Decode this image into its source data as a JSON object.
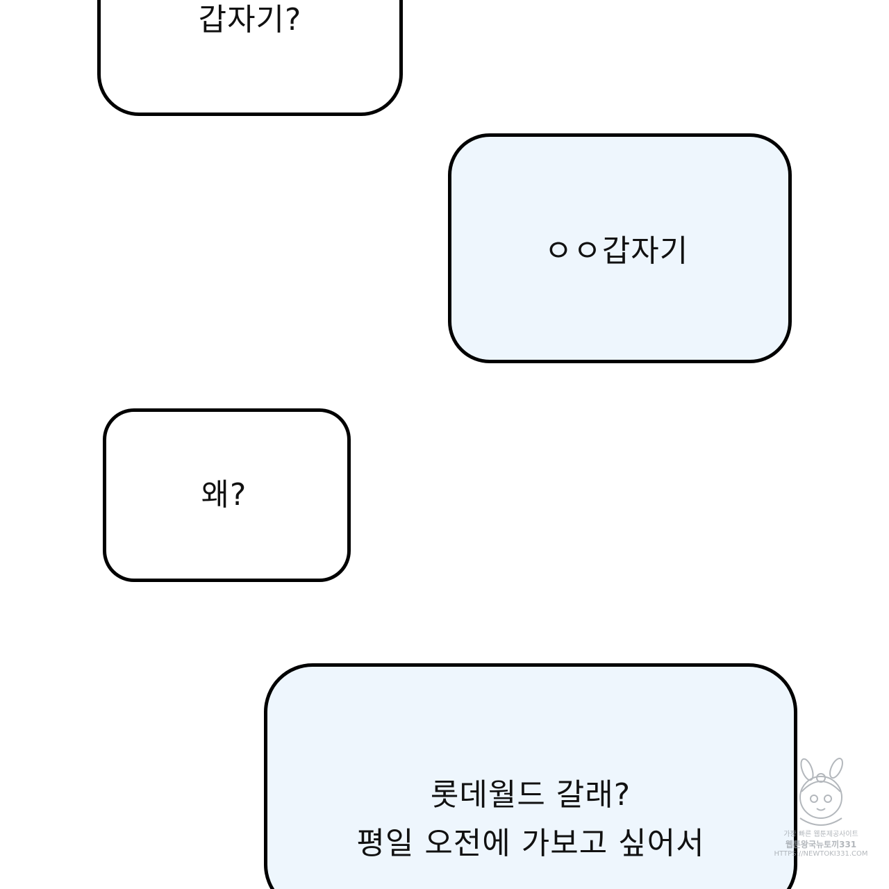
{
  "bubbles": [
    {
      "id": "top-left",
      "text": "갑자기?",
      "fill": "#ffffff"
    },
    {
      "id": "right-1",
      "text": "ㅇㅇ갑자기",
      "fill": "#eef6fd"
    },
    {
      "id": "left-2",
      "text": "왜?",
      "fill": "#ffffff"
    },
    {
      "id": "right-2",
      "text": "롯데월드 갈래?\n평일 오전에 가보고 싶어서",
      "fill": "#eef6fd"
    }
  ],
  "watermark": {
    "line1": "가장 빠른 웹툰제공사이트",
    "line2": "웹툰왕국뉴토끼331",
    "line3": "HTTPS://NEWTOKI331.COM"
  },
  "colors": {
    "border": "#000000",
    "blue_fill": "#eef6fd",
    "white_fill": "#ffffff",
    "watermark": "#9aa0a6"
  }
}
